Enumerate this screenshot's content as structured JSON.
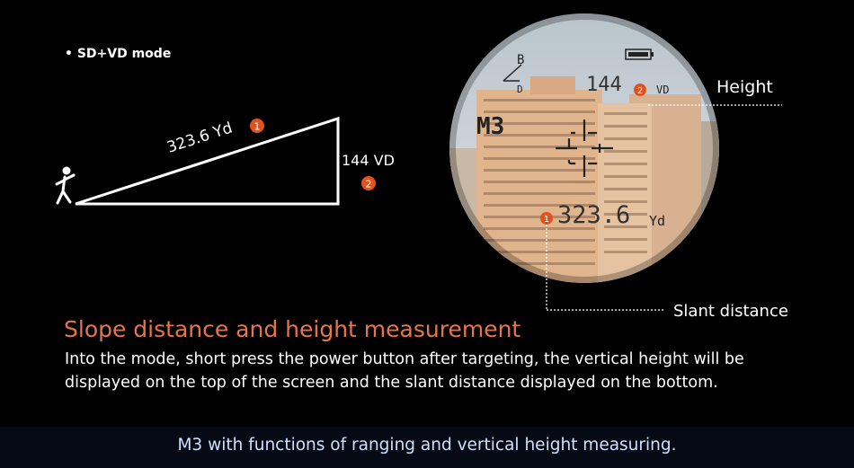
{
  "mode_label": "• SD+VD mode",
  "diagram": {
    "slant_value": "323.6 Yd",
    "height_value": "144 VD",
    "marker_1": "1",
    "marker_2": "2"
  },
  "scope": {
    "mode": "M3",
    "top_value": "144",
    "top_unit": "VD",
    "bottom_value": "323.6",
    "bottom_unit": "Yd",
    "indicator_b": "B",
    "indicator_d": "D",
    "marker_1": "1",
    "marker_2": "2"
  },
  "callouts": {
    "height": "Height",
    "slant": "Slant distance"
  },
  "headline": "Slope distance and height measurement",
  "description": "Into the  mode, short press the power button after targeting, the vertical height will be displayed on the top of the screen and the slant distance displayed on the bottom.",
  "footer": "M3 with functions of ranging and vertical height measuring.",
  "colors": {
    "accent": "#e8744a",
    "marker": "#e0531f",
    "footer_text": "#cfe0ff"
  }
}
